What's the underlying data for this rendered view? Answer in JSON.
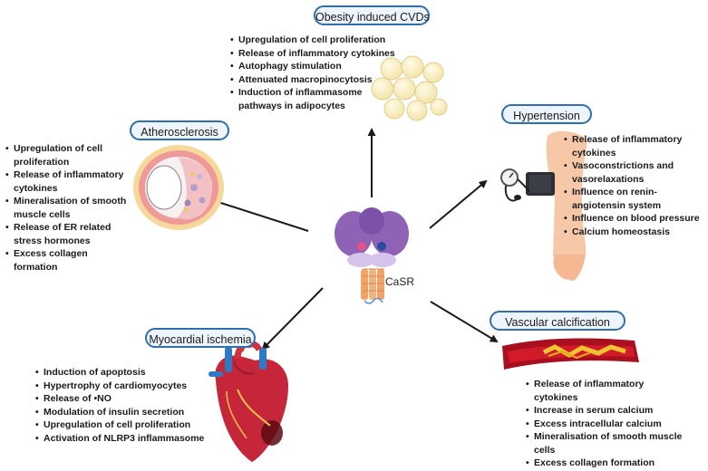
{
  "receptor": {
    "label": "CaSR"
  },
  "nodes": {
    "obesity": {
      "title": "Obesity induced CVDs",
      "items": [
        "Upregulation of cell proliferation",
        "Release of inflammatory cytokines",
        "Autophagy stimulation",
        "Attenuated macropinocytosis",
        "Induction of inflammasome pathways in adipocytes"
      ]
    },
    "atherosclerosis": {
      "title": "Atherosclerosis",
      "items": [
        "Upregulation of cell proliferation",
        "Release of inflammatory cytokines",
        "Mineralisation of smooth muscle cells",
        "Release of ER related stress hormones",
        "Excess collagen formation"
      ]
    },
    "hypertension": {
      "title": "Hypertension",
      "items": [
        "Release of inflammatory cytokines",
        "Vasoconstrictions and vasorelaxations",
        "Influence on renin-angiotensin system",
        "Influence on blood pressure",
        "Calcium homeostasis"
      ]
    },
    "myocardial": {
      "title": "Myocardial ischemia",
      "items": [
        "Induction of apoptosis",
        "Hypertrophy of cardiomyocytes",
        "Release of •NO",
        "Modulation of insulin secretion",
        "Upregulation of cell proliferation",
        "Activation of NLRP3 inflammasome"
      ]
    },
    "vascular": {
      "title": "Vascular calcification",
      "items": [
        "Release of inflammatory cytokines",
        "Increase in serum calcium",
        "Excess intracellular calcium",
        "Mineralisation of smooth muscle cells",
        "Excess collagen formation"
      ]
    }
  }
}
